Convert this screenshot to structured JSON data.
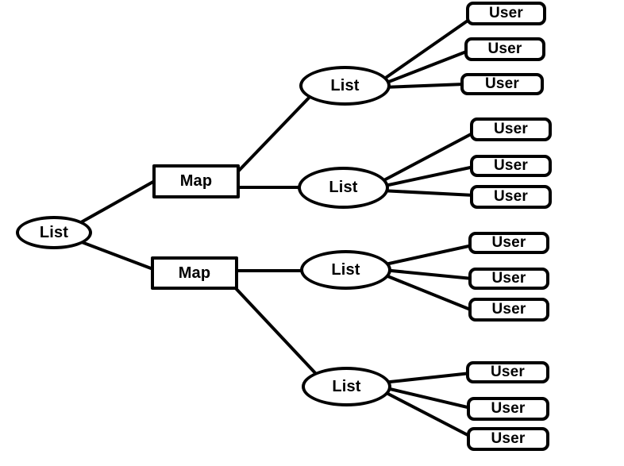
{
  "diagram": {
    "kind": "tree",
    "colors": {
      "background": "#ffffff",
      "stroke": "#000000",
      "node_fill": "#ffffff",
      "text": "#000000"
    },
    "root": {
      "label": "List",
      "shape": "ellipse",
      "children": [
        {
          "label": "Map",
          "shape": "rectangle",
          "children": [
            {
              "label": "List",
              "shape": "ellipse",
              "children": [
                {
                  "label": "User",
                  "shape": "rounded-rectangle"
                },
                {
                  "label": "User",
                  "shape": "rounded-rectangle"
                },
                {
                  "label": "User",
                  "shape": "rounded-rectangle"
                }
              ]
            },
            {
              "label": "List",
              "shape": "ellipse",
              "children": [
                {
                  "label": "User",
                  "shape": "rounded-rectangle"
                },
                {
                  "label": "User",
                  "shape": "rounded-rectangle"
                },
                {
                  "label": "User",
                  "shape": "rounded-rectangle"
                }
              ]
            }
          ]
        },
        {
          "label": "Map",
          "shape": "rectangle",
          "children": [
            {
              "label": "List",
              "shape": "ellipse",
              "children": [
                {
                  "label": "User",
                  "shape": "rounded-rectangle"
                },
                {
                  "label": "User",
                  "shape": "rounded-rectangle"
                },
                {
                  "label": "User",
                  "shape": "rounded-rectangle"
                }
              ]
            },
            {
              "label": "List",
              "shape": "ellipse",
              "children": [
                {
                  "label": "User",
                  "shape": "rounded-rectangle"
                },
                {
                  "label": "User",
                  "shape": "rounded-rectangle"
                },
                {
                  "label": "User",
                  "shape": "rounded-rectangle"
                }
              ]
            }
          ]
        }
      ]
    }
  }
}
